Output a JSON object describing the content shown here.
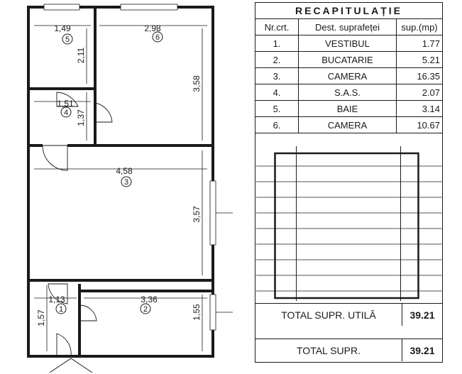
{
  "recap": {
    "title": "RECAPITULAȚIE",
    "headers": {
      "nr": "Nr.crt.",
      "dest": "Dest. suprafeței",
      "sup": "sup.(mp)"
    },
    "rows": [
      {
        "nr": "1.",
        "dest": "VESTIBUL",
        "sup": "1.77"
      },
      {
        "nr": "2.",
        "dest": "BUCATARIE",
        "sup": "5.21"
      },
      {
        "nr": "3.",
        "dest": "CAMERA",
        "sup": "16.35"
      },
      {
        "nr": "4.",
        "dest": "S.A.S.",
        "sup": "2.07"
      },
      {
        "nr": "5.",
        "dest": "BAIE",
        "sup": "3.14"
      },
      {
        "nr": "6.",
        "dest": "CAMERA",
        "sup": "10.67"
      }
    ],
    "total_util_label": "TOTAL SUPR. UTILĂ",
    "total_util_value": "39.21",
    "total_label": "TOTAL SUPR.",
    "total_value": "39.21"
  },
  "plan": {
    "dims": {
      "baie_w": "1,49",
      "baie_h": "2,11",
      "camera6_w": "2,98",
      "camera6_h": "3,58",
      "sas_w": "1,51",
      "sas_h": "1,37",
      "camera3_w": "4,58",
      "camera3_h": "3,57",
      "vest_w": "1,13",
      "vest_h": "1,57",
      "buc_w": "3,36",
      "buc_h": "1,55"
    },
    "room_numbers": {
      "baie": "5",
      "camera6": "6",
      "sas": "4",
      "camera3": "3",
      "vest": "1",
      "buc": "2"
    }
  }
}
